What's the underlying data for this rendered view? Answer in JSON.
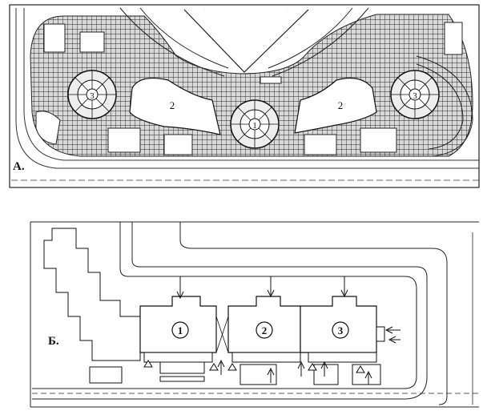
{
  "panel_a": {
    "label": "А.",
    "building_numbers": [
      "3",
      "2",
      "1",
      "2",
      "3"
    ]
  },
  "panel_b": {
    "label": "Б.",
    "building_numbers": [
      "1",
      "2",
      "3"
    ]
  }
}
